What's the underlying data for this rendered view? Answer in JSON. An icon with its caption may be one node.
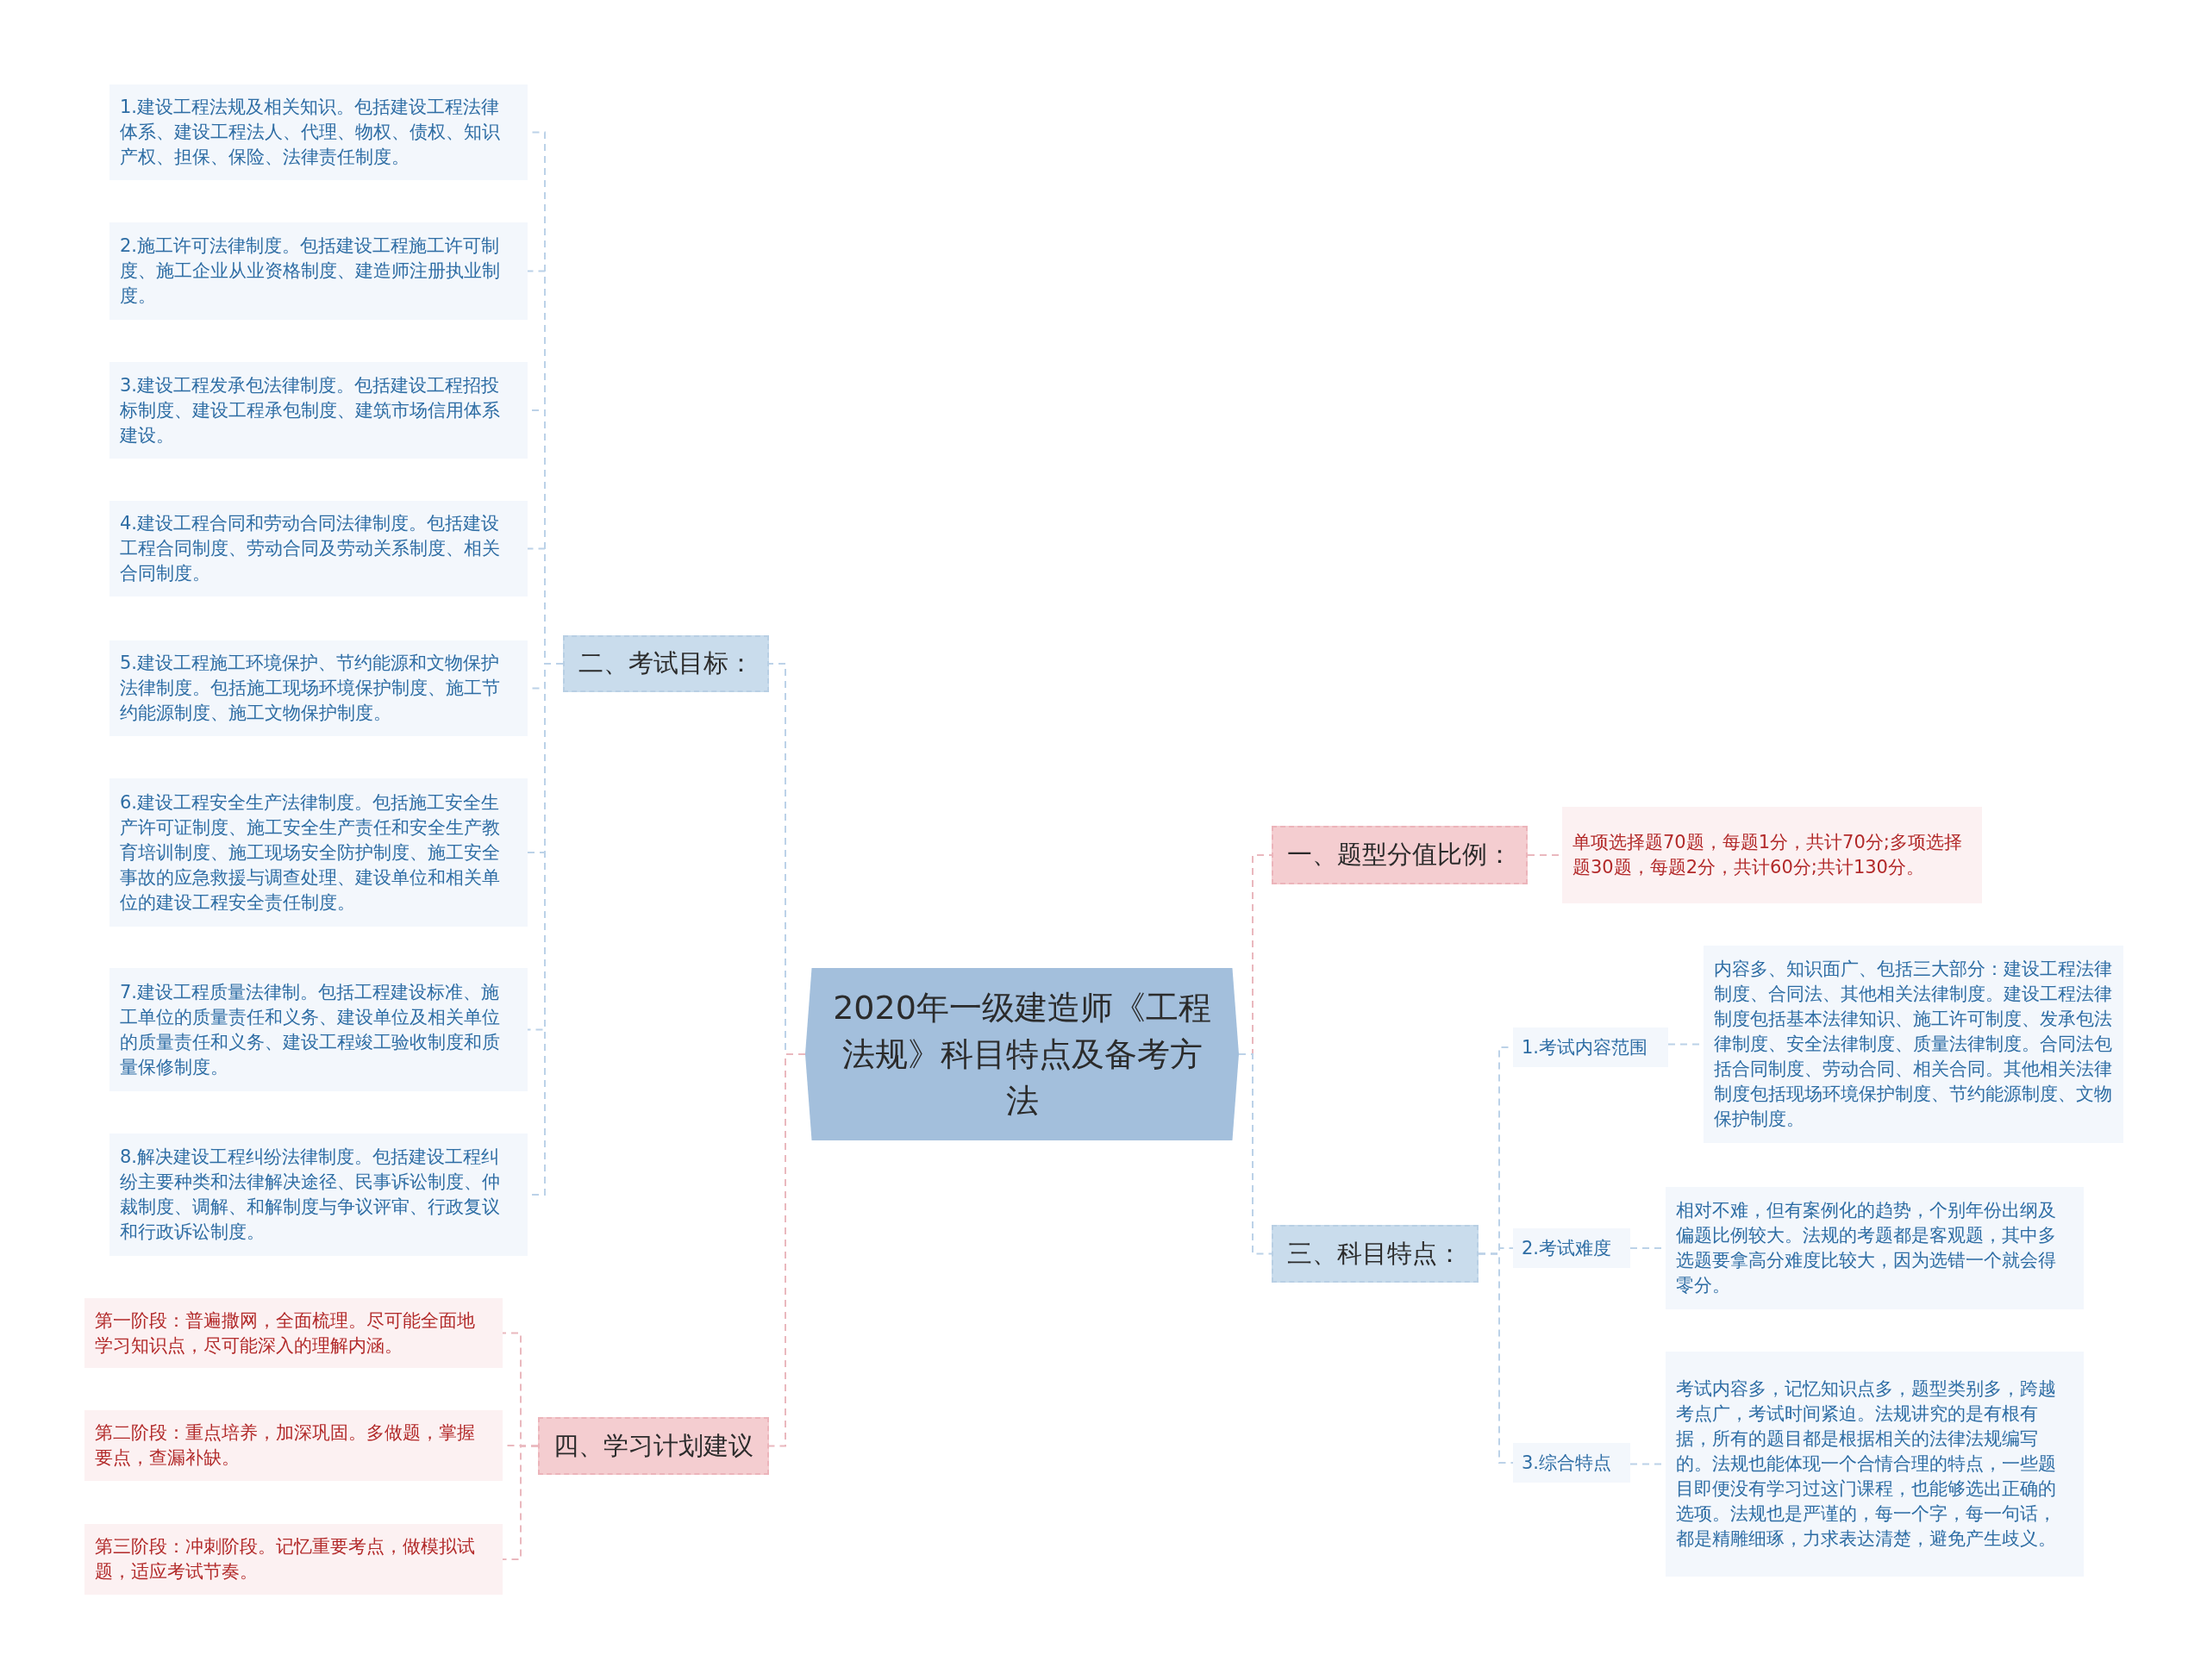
{
  "diagram": {
    "nodes": [
      {
        "text": [
          "2020年一级建造师《工程法规》科目特点及备考方法"
        ]
      },
      {
        "text": [
          "一、题型分值比例："
        ]
      },
      {
        "text": [
          "单项选择题70题，每题1分，共计70分;多项选择题30题，每题2分，共计60分;共计130分。"
        ]
      },
      {
        "text": [
          "三、科目特点："
        ]
      },
      {
        "text": [
          "1.考试内容范围"
        ]
      },
      {
        "text": [
          "内容多、知识面广、包括三大部分：建设工程法律制度、合同法、其他相关法律制度。建设工程法律制度包括基本法律知识、施工许可制度、发承包法律制度、安全法律制度、质量法律制度。合同法包括合同制度、劳动合同、相关合同。其他相关法律制度包括现场环境保护制度、节约能源制度、文物保护制度。"
        ]
      },
      {
        "text": [
          "2.考试难度"
        ]
      },
      {
        "text": [
          "相对不难，但有案例化的趋势，个别年份出纲及偏题比例较大。法规的考题都是客观题，其中多选题要拿高分难度比较大，因为选错一个就会得零分。"
        ]
      },
      {
        "text": [
          "3.综合特点"
        ]
      },
      {
        "text": [
          "考试内容多，记忆知识点多，题型类别多，跨越考点广，考试时间紧迫。法规讲究的是有根有据，所有的题目都是根据相关的法律法规编写的。法规也能体现一个合情合理的特点，一些题目即便没有学习过这门课程，也能够选出正确的选项。法规也是严谨的，每一个字，每一句话，都是精雕细琢，力求表达清楚，避免产生歧义。"
        ]
      },
      {
        "text": [
          "二、考试目标："
        ]
      },
      {
        "text": [
          "1.建设工程法规及相关知识。包括建设工程法律体系、建设工程法人、代理、物权、债权、知识产权、担保、保险、法律责任制度。"
        ]
      },
      {
        "text": [
          "2.施工许可法律制度。包括建设工程施工许可制度、施工企业从业资格制度、建造师注册执业制度。"
        ]
      },
      {
        "text": [
          "3.建设工程发承包法律制度。包括建设工程招投标制度、建设工程承包制度、建筑市场信用体系建设。"
        ]
      },
      {
        "text": [
          "4.建设工程合同和劳动合同法律制度。包括建设工程合同制度、劳动合同及劳动关系制度、相关合同制度。"
        ]
      },
      {
        "text": [
          "5.建设工程施工环境保护、节约能源和文物保护法律制度。包括施工现场环境保护制度、施工节约能源制度、施工文物保护制度。"
        ]
      },
      {
        "text": [
          "6.建设工程安全生产法律制度。包括施工安全生产许可证制度、施工安全生产责任和安全生产教育培训制度、施工现场安全防护制度、施工安全事故的应急救援与调查处理、建设单位和相关单位的建设工程安全责任制度。"
        ]
      },
      {
        "text": [
          "7.建设工程质量法律制。包括工程建设标准、施工单位的质量责任和义务、建设单位及相关单位的质量责任和义务、建设工程竣工验收制度和质量保修制度。"
        ]
      },
      {
        "text": [
          "8.解决建设工程纠纷法律制度。包括建设工程纠纷主要种类和法律解决途径、民事诉讼制度、仲裁制度、调解、和解制度与争议评审、行政复议和行政诉讼制度。"
        ]
      },
      {
        "text": [
          "四、学习计划建议"
        ]
      },
      {
        "text": [
          "第一阶段：普遍撒网，全面梳理。尽可能全面地学习知识点，尽可能深入的理解内涵。"
        ]
      },
      {
        "text": [
          "第二阶段：重点培养，加深巩固。多做题，掌握要点，查漏补缺。"
        ]
      },
      {
        "text": [
          "第三阶段：冲刺阶段。记忆重要考点，做模拟试题，适应考试节奏。"
        ]
      }
    ],
    "edges": [
      {
        "from": 0,
        "to": 1,
        "arrow": "none",
        "color": "#eab8be"
      },
      {
        "from": 1,
        "to": 2,
        "arrow": "none",
        "color": "#eab8be"
      },
      {
        "from": 0,
        "to": 3,
        "arrow": "none"
      },
      {
        "from": 3,
        "to": 4,
        "arrow": "none"
      },
      {
        "from": 4,
        "to": 5,
        "arrow": "none"
      },
      {
        "from": 3,
        "to": 6,
        "arrow": "none"
      },
      {
        "from": 6,
        "to": 7,
        "arrow": "none"
      },
      {
        "from": 3,
        "to": 8,
        "arrow": "none"
      },
      {
        "from": 8,
        "to": 9,
        "arrow": "none"
      },
      {
        "from": 0,
        "to": 10,
        "arrow": "none"
      },
      {
        "from": 10,
        "to": 11,
        "arrow": "none"
      },
      {
        "from": 10,
        "to": 12,
        "arrow": "none"
      },
      {
        "from": 10,
        "to": 13,
        "arrow": "none"
      },
      {
        "from": 10,
        "to": 14,
        "arrow": "none"
      },
      {
        "from": 10,
        "to": 15,
        "arrow": "none"
      },
      {
        "from": 10,
        "to": 16,
        "arrow": "none"
      },
      {
        "from": 10,
        "to": 17,
        "arrow": "none"
      },
      {
        "from": 10,
        "to": 18,
        "arrow": "none"
      },
      {
        "from": 0,
        "to": 19,
        "arrow": "none",
        "color": "#eab8be"
      },
      {
        "from": 19,
        "to": 20,
        "arrow": "none",
        "color": "#eab8be"
      },
      {
        "from": 19,
        "to": 21,
        "arrow": "none",
        "color": "#eab8be"
      },
      {
        "from": 19,
        "to": 22,
        "arrow": "none",
        "color": "#eab8be"
      }
    ]
  }
}
